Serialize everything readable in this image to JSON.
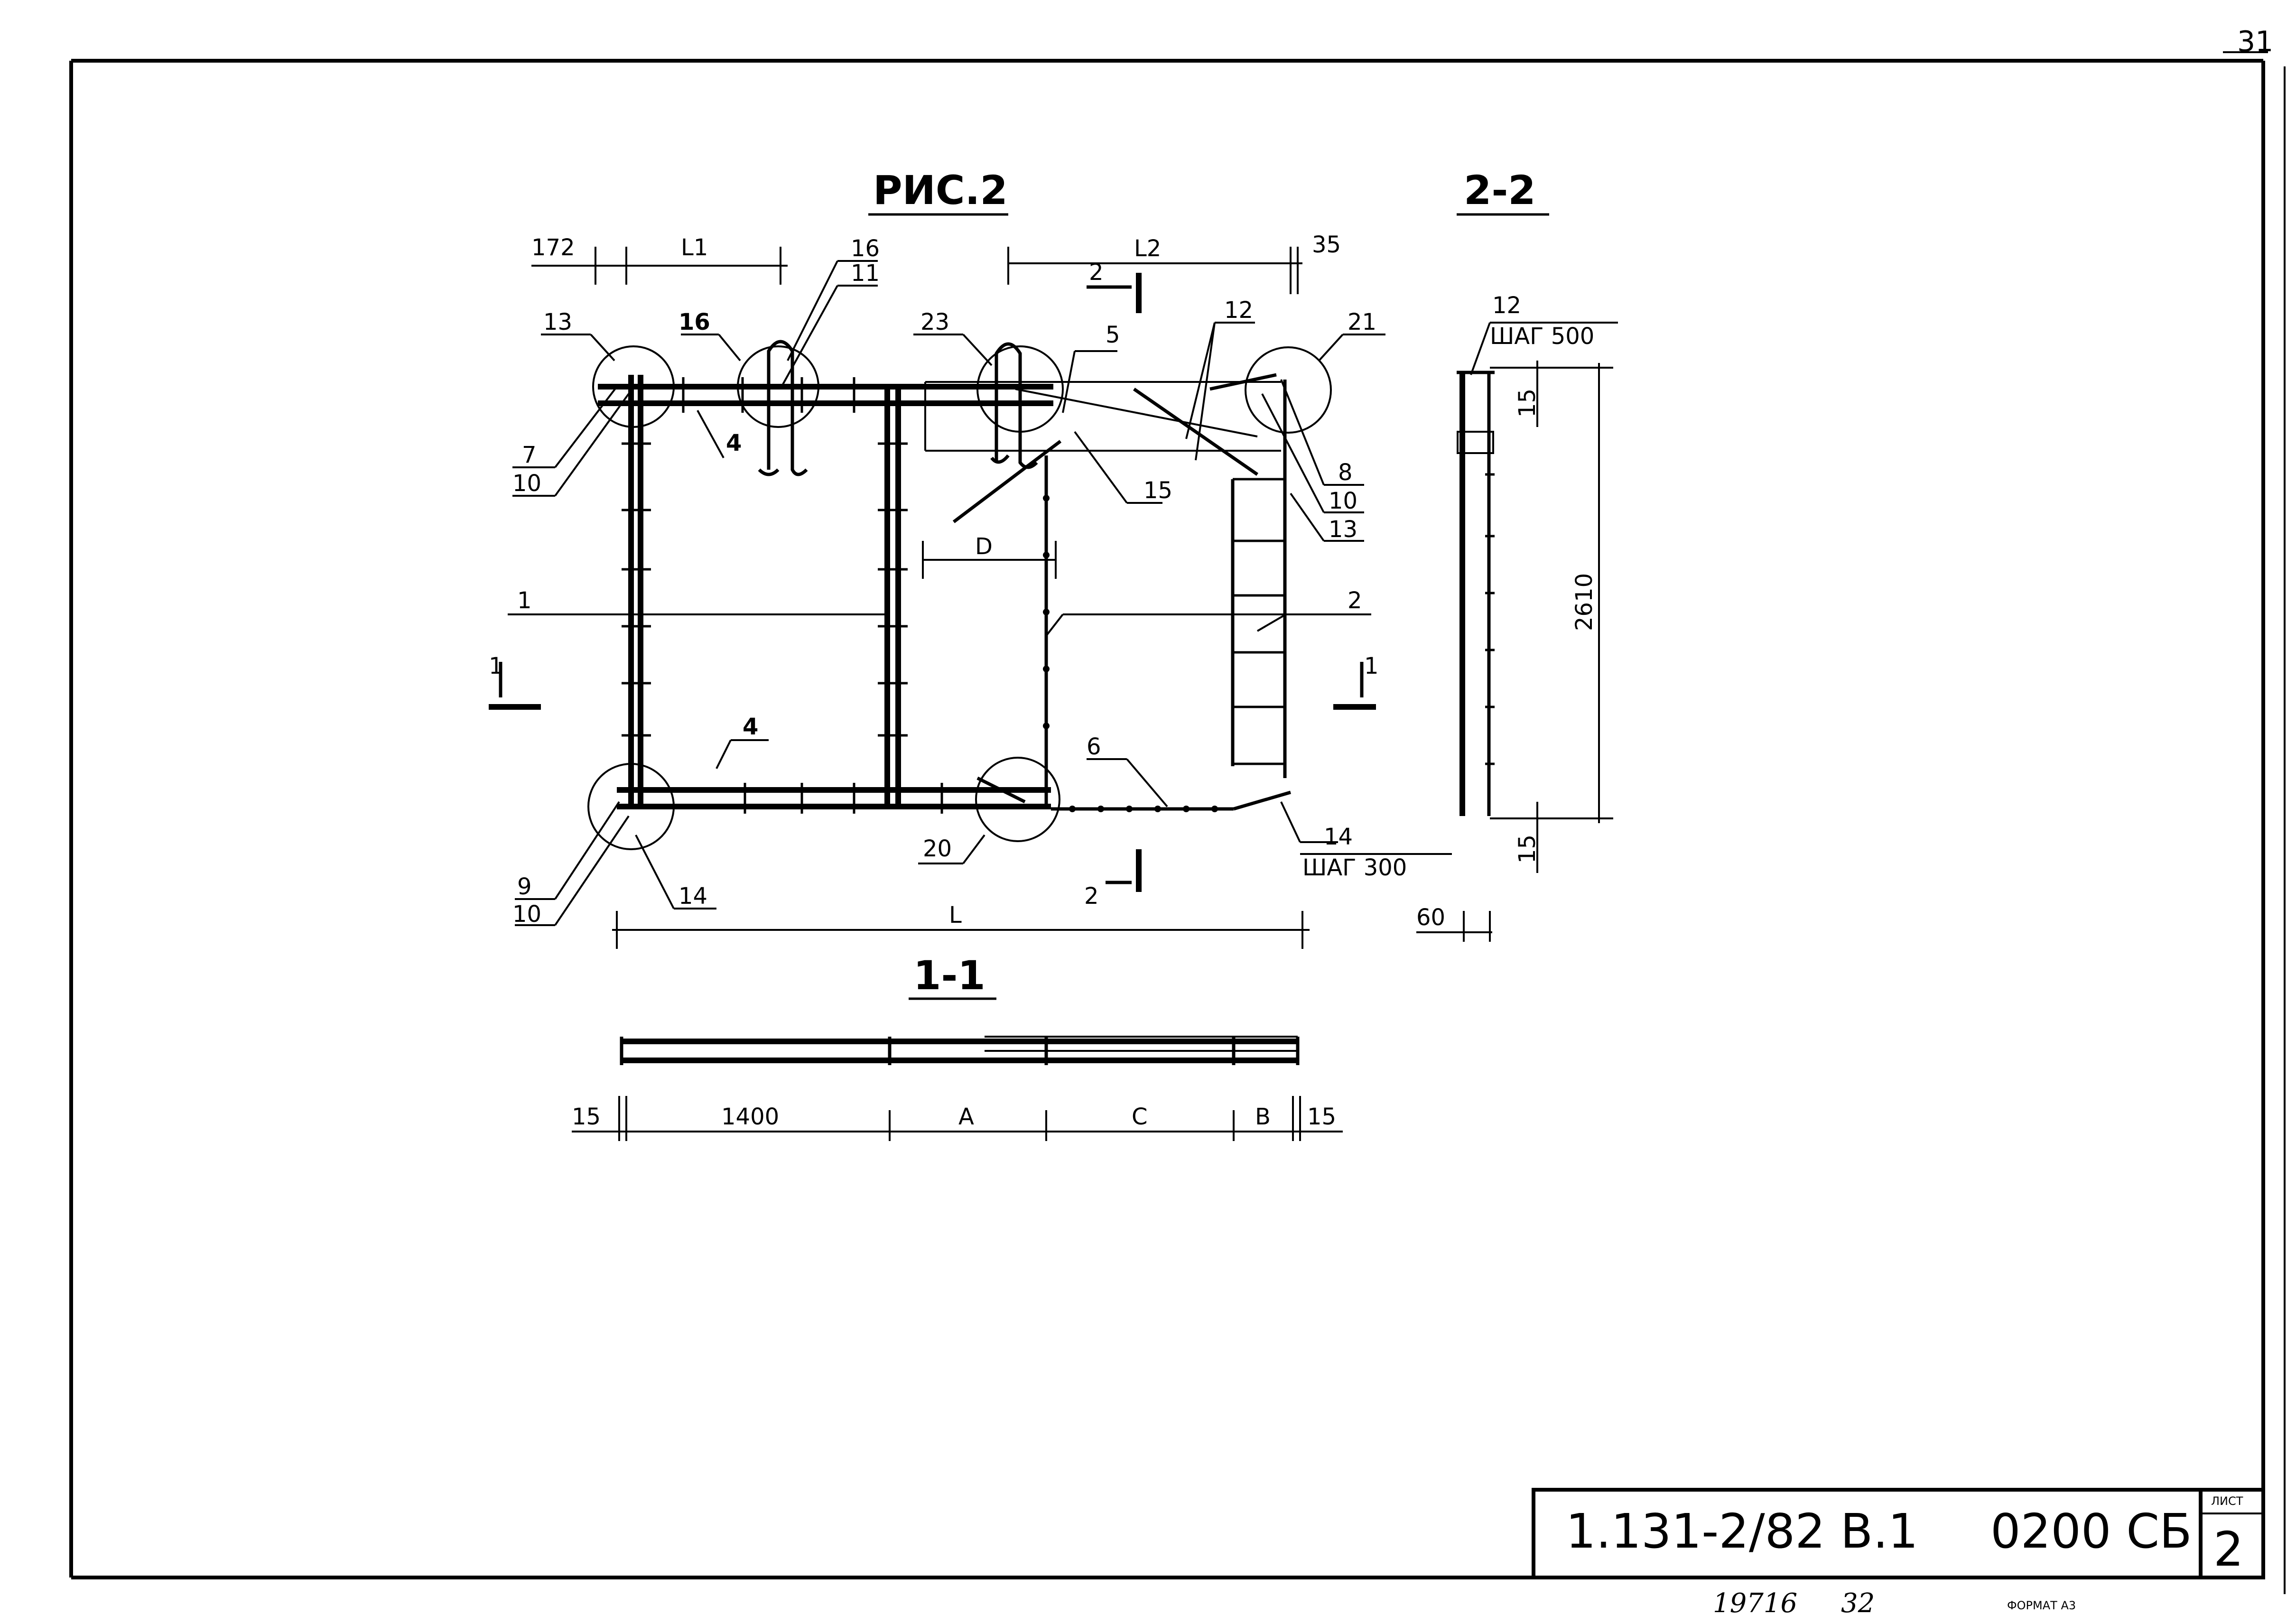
{
  "sheet": {
    "corner_number": "31",
    "title_block_code": "1.131-2/82 В.1",
    "title_block_mark": "0200 СБ",
    "sheet_label": "ЛИСТ",
    "sheet_number": "2",
    "footer_handwritten": "19716",
    "footer_number": "32",
    "format_label": "ФОРМАТ А3"
  },
  "figure": {
    "title": "РИС.2",
    "dims": {
      "d172": "172",
      "L1": "L1",
      "L2": "L2",
      "d35": "35",
      "D": "D",
      "L": "L",
      "shag300": "ШАГ 300"
    },
    "callouts": {
      "c16a": "16",
      "c11": "11",
      "c13": "13",
      "c16b": "16",
      "c23": "23",
      "c5": "5",
      "c12": "12",
      "c21": "21",
      "c7": "7",
      "c10a": "10",
      "c4a": "4",
      "c15": "15",
      "c8": "8",
      "c10b": "10",
      "c13b": "13",
      "c1": "1",
      "c2": "2",
      "c4b": "4",
      "c6": "6",
      "c20": "20",
      "c14a": "14",
      "c9": "9",
      "c10c": "10",
      "c14b": "14"
    },
    "section_marks": {
      "s2_top": "2",
      "s2_bottom": "2",
      "s1_left": "1",
      "s1_right": "1"
    }
  },
  "section_2_2": {
    "title": "2-2",
    "c12": "12",
    "shag500": "ШАГ 500",
    "d15_top": "15",
    "d2610": "2610",
    "d15_bottom": "15",
    "d60": "60"
  },
  "section_1_1": {
    "title": "1-1",
    "dims": [
      "15",
      "1400",
      "A",
      "C",
      "B",
      "15"
    ]
  }
}
